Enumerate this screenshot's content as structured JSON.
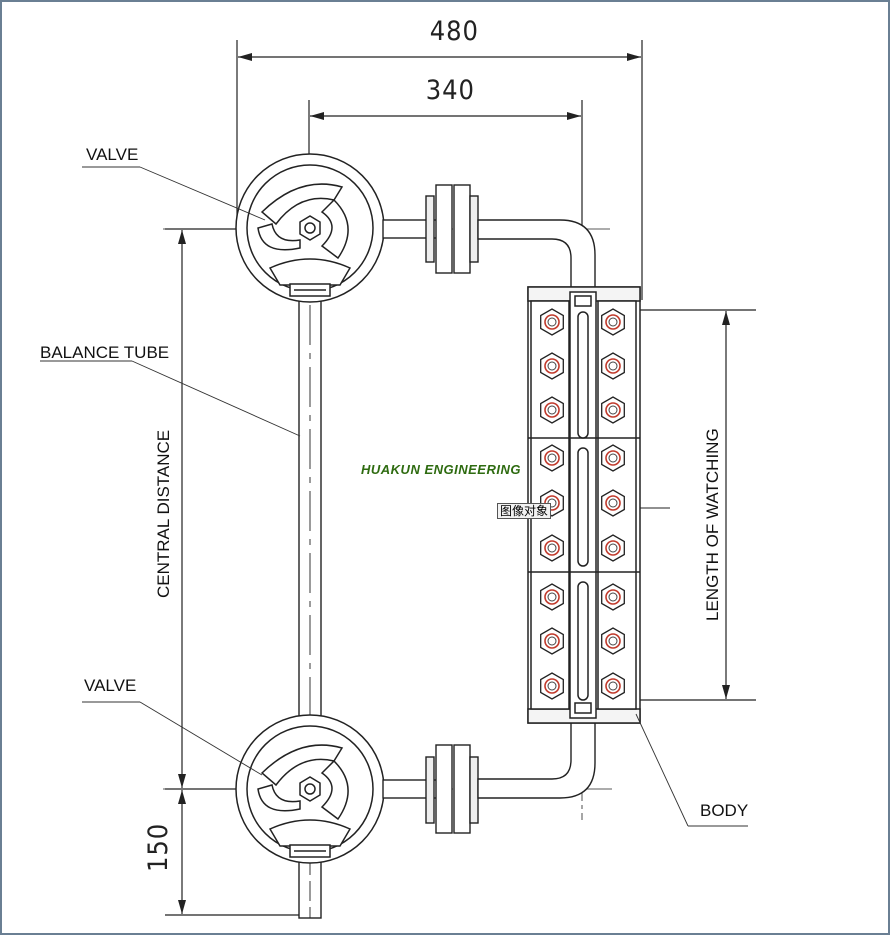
{
  "labels": {
    "valve_top": "VALVE",
    "valve_bottom": "VALVE",
    "balance_tube": "BALANCE TUBE",
    "central_distance": "CENTRAL DISTANCE",
    "length_of_watching": "LENGTH OF WATCHING",
    "body": "BODY"
  },
  "dimensions": {
    "overall_width": "480",
    "inner_width": "340",
    "bottom_length": "150"
  },
  "watermark": "HUAKUN ENGINEERING",
  "object_tag": "图像对象",
  "colors": {
    "line": "#222222",
    "bolt_ring": "#c0392b",
    "watermark": "#2e6b10",
    "frame": "#6a7f93"
  }
}
